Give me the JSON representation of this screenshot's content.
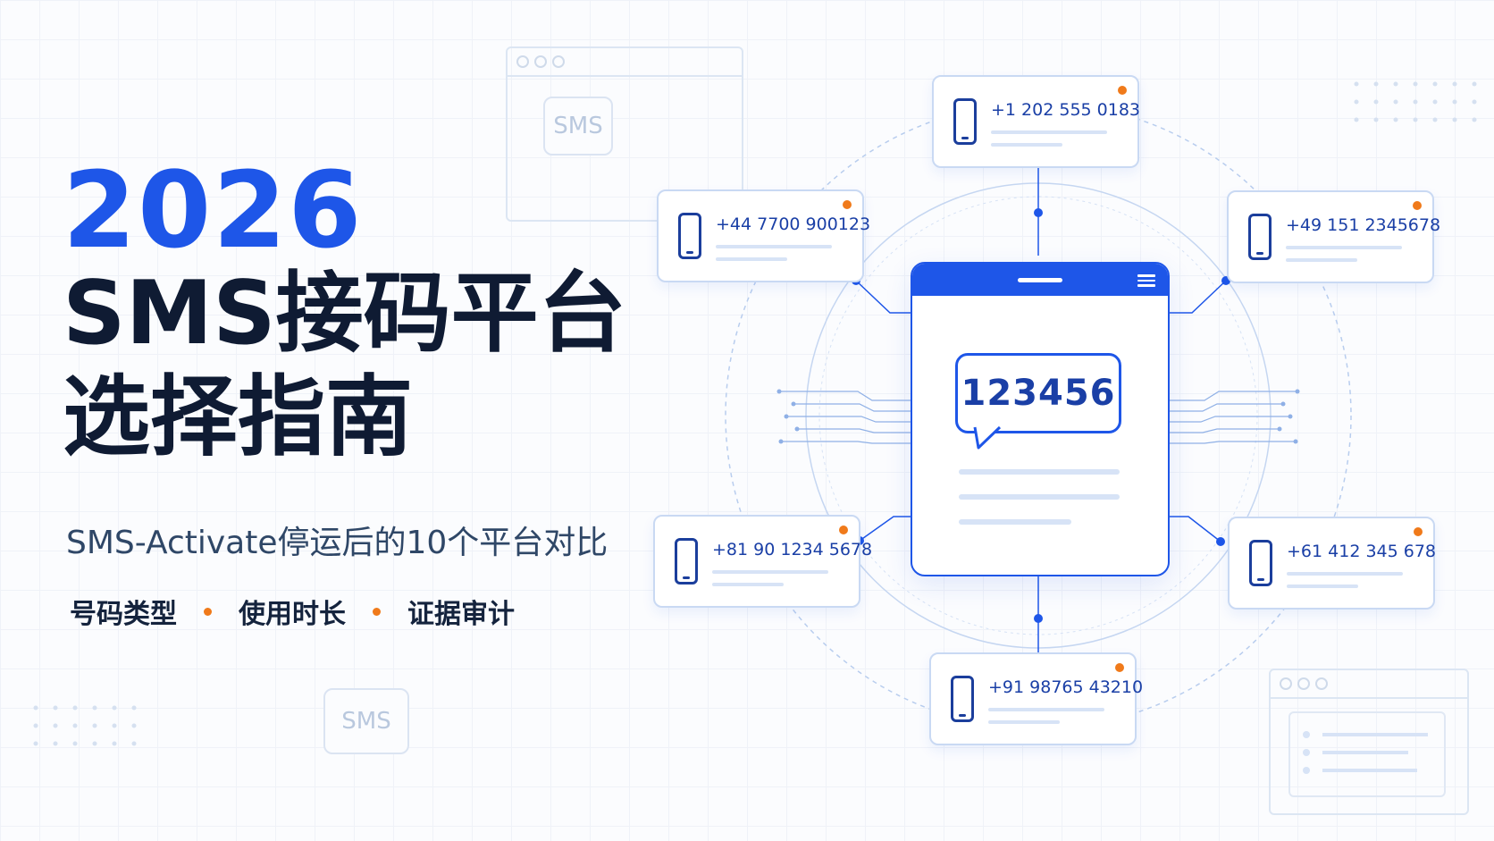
{
  "hero": {
    "year": "2026",
    "title_line1": "SMS接码平台",
    "title_line2": "选择指南",
    "subtitle": "SMS-Activate停运后的10个平台对比",
    "tags": [
      "号码类型",
      "使用时长",
      "证据审计"
    ]
  },
  "decor": {
    "sms_label": "SMS"
  },
  "phone_screen": {
    "code": "123456"
  },
  "numbers": [
    "+1 202 555 0183",
    "+44 7700 900123",
    "+49 151 2345678",
    "+81 90 1234 5678",
    "+61 412 345 678",
    "+91 98765 43210"
  ],
  "colors": {
    "accent": "#1e56e8",
    "title": "#0f1b33",
    "badge": "#f07a1a"
  }
}
